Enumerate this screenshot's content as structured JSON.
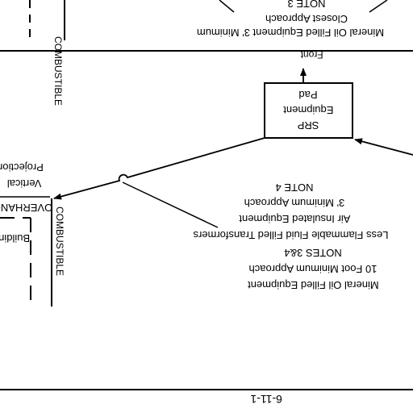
{
  "page_number": "6-11-1",
  "colors": {
    "ink": "#000000",
    "paper": "#ffffff"
  },
  "srp_pad": {
    "title": "SRP",
    "line2": "Equipment",
    "line3": "Pad"
  },
  "front_label": "Front",
  "top_note": {
    "line1": "Mineral Oil Filled Equipment 3' Minimum",
    "line2": "Closest Approach",
    "line3": "NOTE 3"
  },
  "bottom_note": {
    "line1": "Mineral Oil Filled Equipment",
    "line2": "10 Foot Minimum Approach",
    "line3": "NOTES 3&4"
  },
  "middle_note": {
    "line1": "Less Flammable Fluid Filled Transformers",
    "line2": "Air Insulated Equipment",
    "line3": "3' Minimum Approach",
    "line4": "NOTE 4"
  },
  "combustible_left": "COMBUSTIBLE",
  "combustible_top": "COMBUSTIBLE",
  "projection_note": {
    "line1": "Vertical",
    "line2": "Projection"
  },
  "overhang_label": "OVERHANG",
  "building_label": "Building"
}
